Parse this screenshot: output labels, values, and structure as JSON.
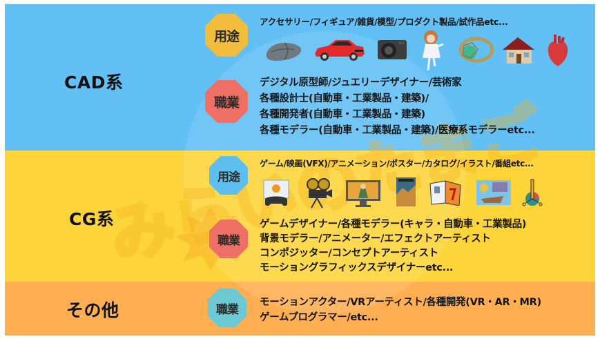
{
  "watermark": {
    "text": "みらいのたまご"
  },
  "sections": [
    {
      "id": "cad",
      "title": "CAD系",
      "band_color": "#62C0F4",
      "usage": {
        "badge": "用途",
        "badge_color": "#F2BD3A",
        "text": "アクセサリー/フィギュア/雑貨/模型/プロダクト製品/試作品etc...",
        "icons": [
          "mouse-icon",
          "car-icon",
          "camera-icon",
          "figure-icon",
          "ring-icon",
          "house-icon",
          "heart-icon"
        ]
      },
      "jobs": {
        "badge": "職業",
        "badge_color": "#EE6F63",
        "lines": [
          "デジタル原型師/ジュエリーデザイナー/芸術家",
          "各種設計士(自動車・工業製品・建築)/",
          "各種開発者(自動車・工業製品・建築)",
          "各種モデラー(自動車・工業製品・建築)/医療系モデラーetc..."
        ]
      }
    },
    {
      "id": "cg",
      "title": "CG系",
      "band_color": "#FDD53B",
      "usage": {
        "badge": "用途",
        "badge_color": "#5DBFEF",
        "text": "ゲーム/映画(VFX)/アニメーション/ポスター/カタログ/イラスト/番組etc...",
        "icons": [
          "game-controller-icon",
          "film-camera-icon",
          "tv-monitor-icon",
          "poster-icon",
          "catalog-icon",
          "illustration-icon",
          "pen-tool-icon"
        ]
      },
      "jobs": {
        "badge": "職業",
        "badge_color": "#EE6F63",
        "lines": [
          "ゲームデザイナー/各種モデラー(キャラ・自動車・工業製品)",
          "背景モデラー/アニメーター/エフェクトアーティスト",
          "コンポジッター/コンセプトアーティスト",
          "モーショングラフィックスデザイナーetc..."
        ]
      }
    },
    {
      "id": "other",
      "title": "その他",
      "band_color": "#FFAF52",
      "jobs": {
        "badge": "職業",
        "badge_color": "#6CC9D3",
        "lines": [
          "モーションアクター/VRアーティスト/各種開発(VR・AR・MR)",
          "ゲームプログラマー/etc..."
        ]
      }
    }
  ]
}
